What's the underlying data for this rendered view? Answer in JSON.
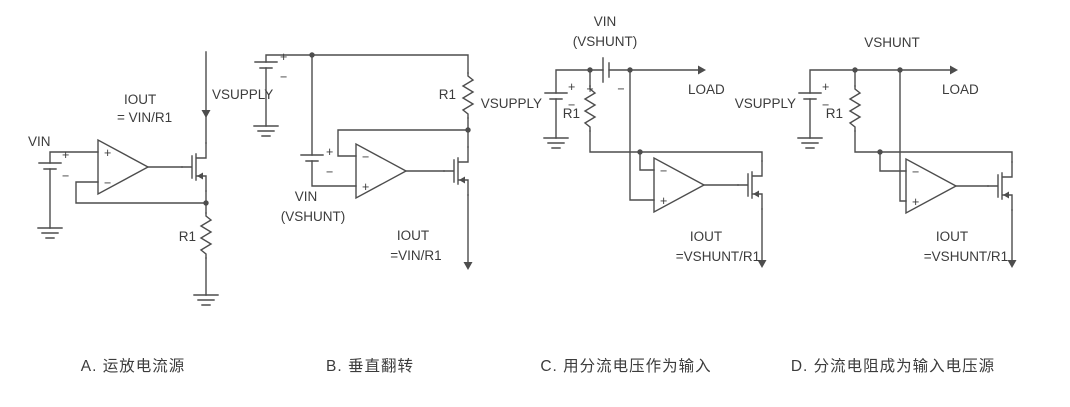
{
  "page": {
    "bg": "#ffffff",
    "line_color": "#4d4d4d",
    "text_color": "#3c3c3c"
  },
  "symbols": {
    "plus": "+",
    "minus": "−"
  },
  "circuit_a": {
    "caption": "A. 运放电流源",
    "vin": "VIN",
    "iout": "IOUT",
    "iout_formula": "= VIN/R1",
    "vsupply": "VSUPPLY",
    "r1": "R1"
  },
  "circuit_b": {
    "caption": "B. 垂直翻转",
    "vin_line1": "VIN",
    "vin_line2": "(VSHUNT)",
    "r1": "R1",
    "iout": "IOUT",
    "iout_formula": "=VIN/R1"
  },
  "circuit_c": {
    "caption": "C. 用分流电压作为输入",
    "vin_line1": "VIN",
    "vin_line2": "(VSHUNT)",
    "vsupply": "VSUPPLY",
    "r1": "R1",
    "load": "LOAD",
    "iout": "IOUT",
    "iout_formula": "=VSHUNT/R1"
  },
  "circuit_d": {
    "caption": "D. 分流电阻成为输入电压源",
    "vshunt": "VSHUNT",
    "vsupply": "VSUPPLY",
    "r1": "R1",
    "load": "LOAD",
    "iout": "IOUT",
    "iout_formula": "=VSHUNT/R1"
  }
}
